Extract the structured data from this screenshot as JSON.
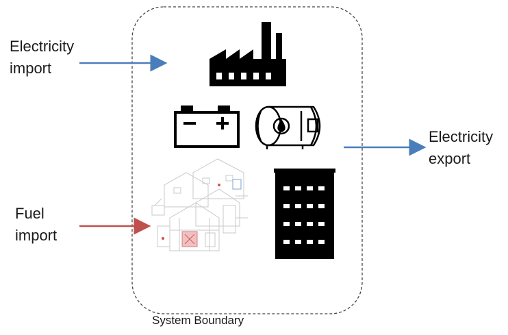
{
  "labels": {
    "electricity_import": [
      "Electricity",
      "import"
    ],
    "fuel_import": [
      "Fuel",
      "import"
    ],
    "electricity_export": [
      "Electricity",
      "export"
    ],
    "system_boundary": "System Boundary"
  },
  "icons": [
    "factory-icon",
    "battery-icon",
    "water-heater-icon",
    "building-schematic-icon",
    "apartment-building-icon"
  ],
  "colors": {
    "electricity_arrow": "#4a7ebb",
    "fuel_arrow": "#c0504d",
    "boundary": "#444444",
    "icon_fill": "#000000"
  }
}
